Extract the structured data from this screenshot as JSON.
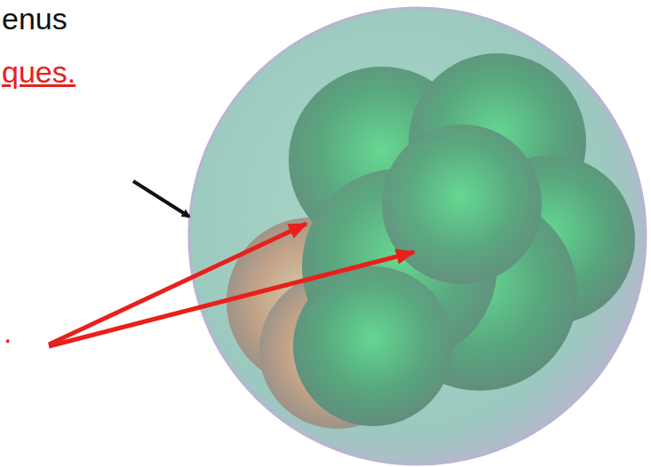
{
  "diagram": {
    "labels": [
      "enus",
      "ques.",
      "."
    ]
  }
}
